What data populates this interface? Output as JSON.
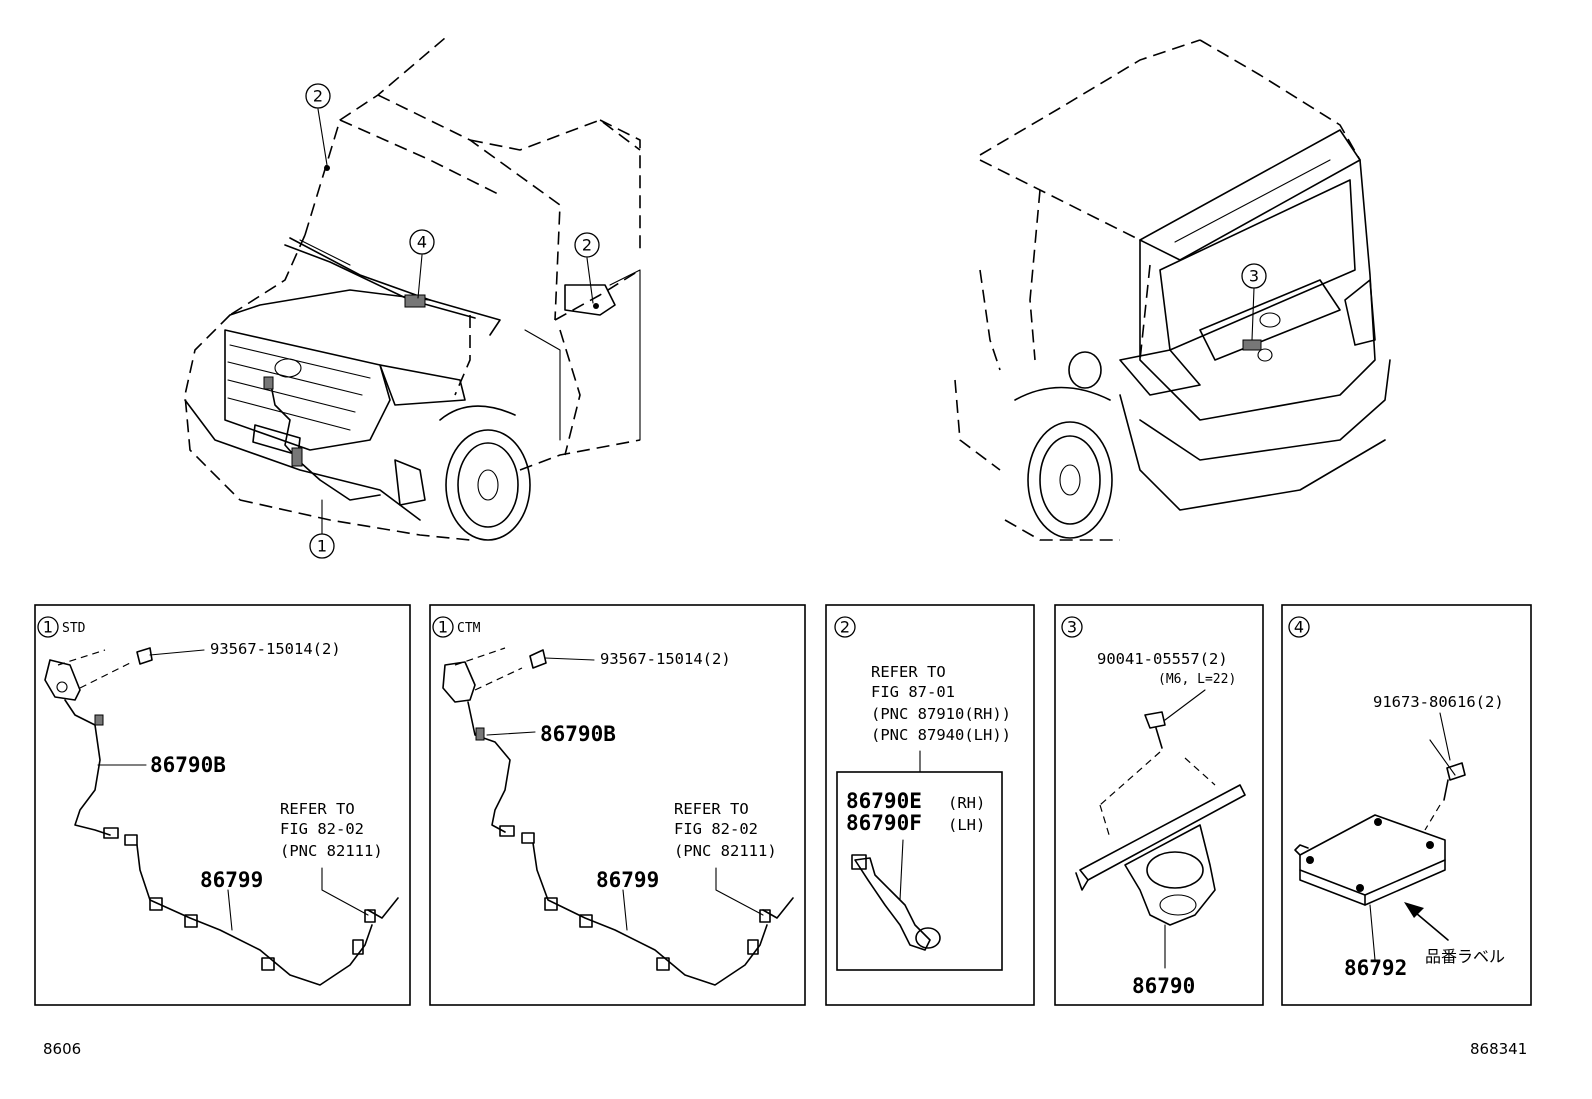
{
  "callouts": {
    "c1": "1",
    "c2": "2",
    "c3": "3",
    "c4": "4"
  },
  "panels": {
    "std": {
      "index": "1",
      "variant": "STD",
      "bolt": "93567-15014(2)",
      "harness": "86790B",
      "wire": "86799",
      "refer": [
        "REFER TO",
        "FIG 82-02",
        "(PNC 82111)"
      ]
    },
    "ctm": {
      "index": "1",
      "variant": "CTM",
      "bolt": "93567-15014(2)",
      "harness": "86790B",
      "wire": "86799",
      "refer": [
        "REFER TO",
        "FIG 82-02",
        "(PNC 82111)"
      ]
    },
    "mirror": {
      "index": "2",
      "refer": [
        "REFER TO",
        "FIG 87-01",
        "(PNC 87910(RH))",
        "(PNC 87940(LH))"
      ],
      "part_rh": "86790E",
      "part_rh_side": "(RH)",
      "part_lh": "86790F",
      "part_lh_side": "(LH)"
    },
    "rear_camera": {
      "index": "3",
      "screw": "90041-05557(2)",
      "screw_spec": "(M6, L=22)",
      "part": "86790"
    },
    "ecu": {
      "index": "4",
      "screw": "91673-80616(2)",
      "part": "86792",
      "label_note": "品番ラベル"
    }
  },
  "footer": {
    "left": "8606",
    "right": "868341"
  }
}
